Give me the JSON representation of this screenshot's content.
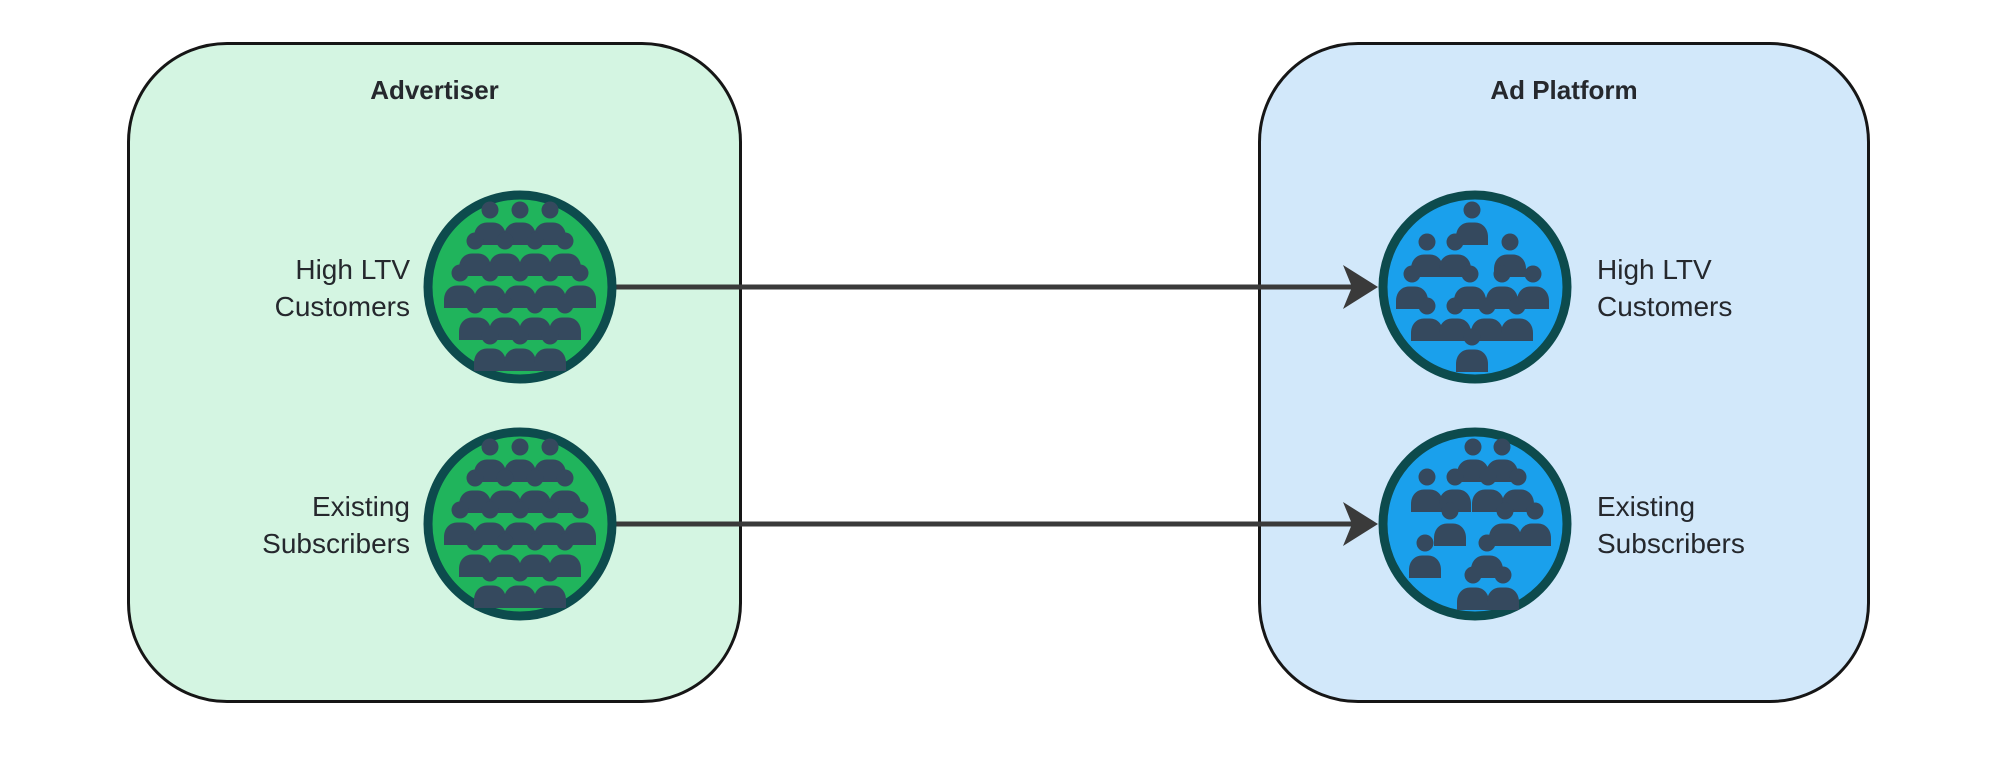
{
  "colors": {
    "canvas_bg": "#ffffff",
    "box_border": "#161616",
    "advertiser_bg": "#d4f5e2",
    "platform_bg": "#d2e8fa",
    "green_circle": "#20b45c",
    "blue_circle": "#1aa0ec",
    "circle_ring": "#0d4b4d",
    "person": "#35495e",
    "arrow": "#3a3a3a",
    "text": "#25282d"
  },
  "groups": [
    {
      "id": "advertiser",
      "title": "Advertiser"
    },
    {
      "id": "ad_platform",
      "title": "Ad Platform"
    }
  ],
  "nodes": [
    {
      "id": "advertiser_high_ltv",
      "group": "Advertiser",
      "label_lines": [
        "High LTV",
        "Customers"
      ],
      "icon": "crowd-icon",
      "person_count": 19
    },
    {
      "id": "advertiser_existing_subscribers",
      "group": "Advertiser",
      "label_lines": [
        "Existing",
        "Subscribers"
      ],
      "icon": "crowd-icon",
      "person_count": 19
    },
    {
      "id": "platform_high_ltv",
      "group": "Ad Platform",
      "label_lines": [
        "High LTV",
        "Customers"
      ],
      "icon": "crowd-icon",
      "person_count": 13
    },
    {
      "id": "platform_existing_subscribers",
      "group": "Ad Platform",
      "label_lines": [
        "Existing",
        "Subscribers"
      ],
      "icon": "crowd-icon",
      "person_count": 13
    }
  ],
  "edges": [
    {
      "from": "advertiser_high_ltv",
      "to": "platform_high_ltv",
      "direction": "right"
    },
    {
      "from": "advertiser_existing_subscribers",
      "to": "platform_existing_subscribers",
      "direction": "right"
    }
  ]
}
